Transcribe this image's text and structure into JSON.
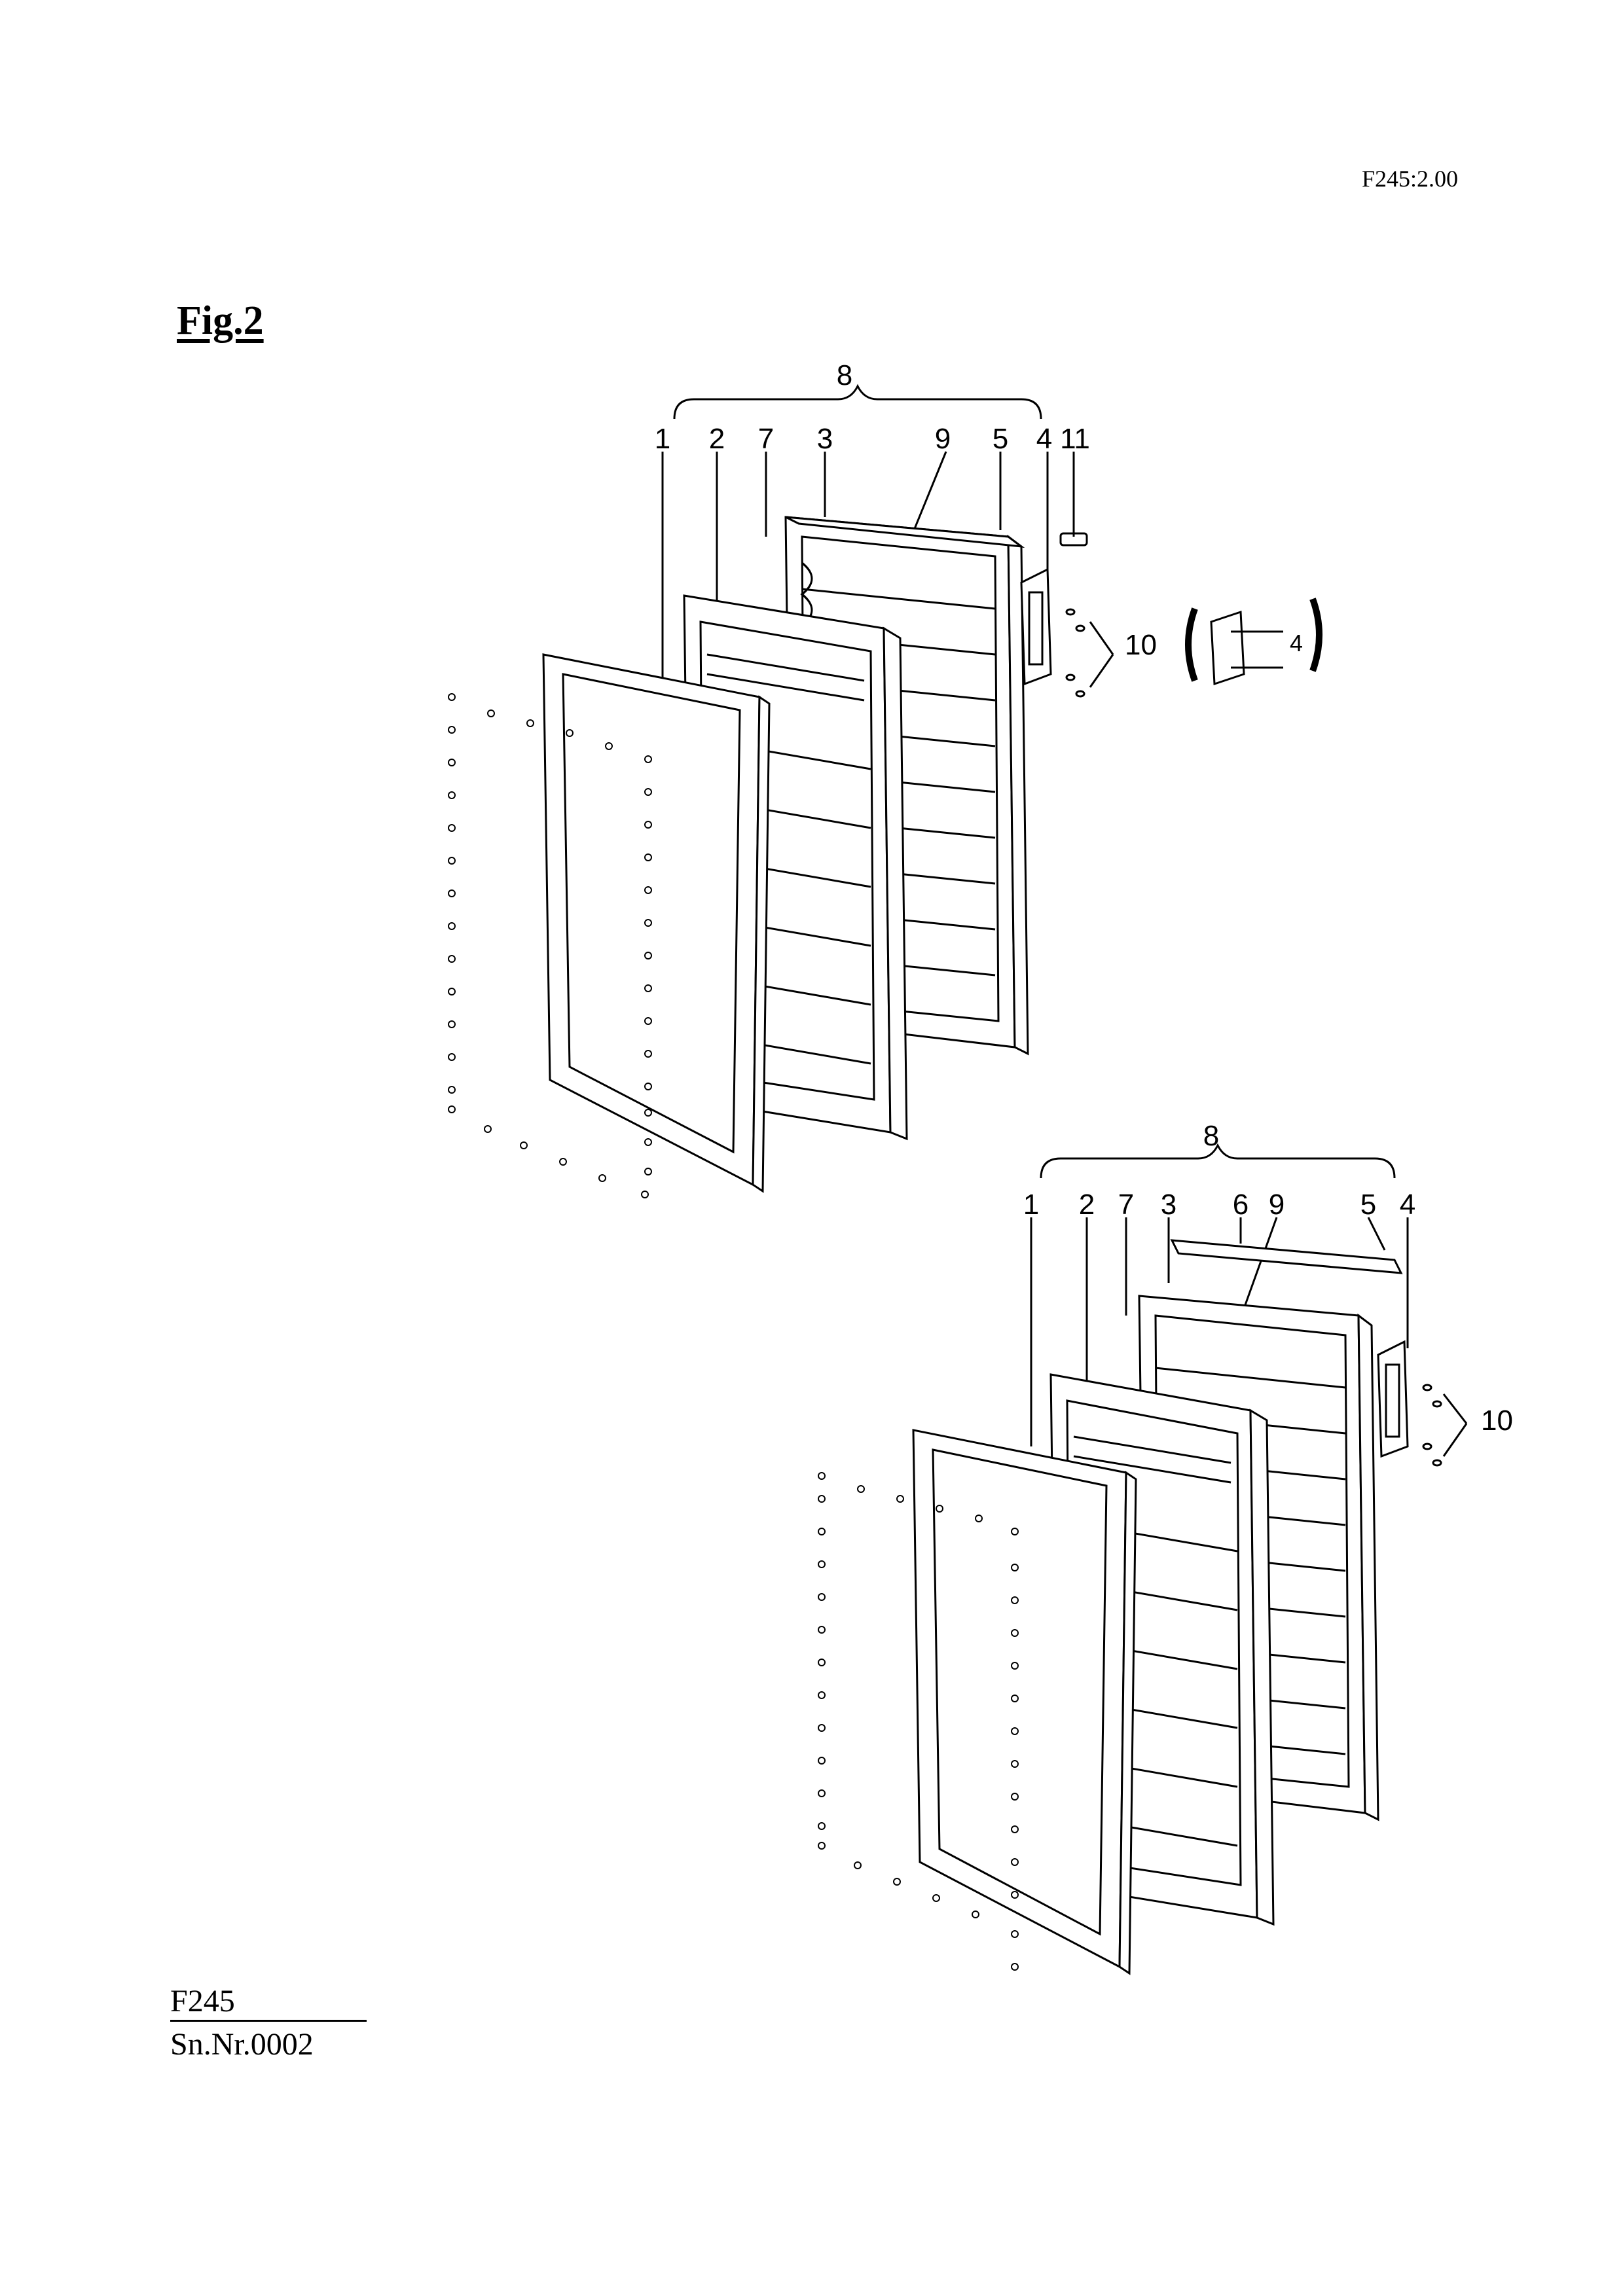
{
  "header": {
    "doc_code": "F245:2.00"
  },
  "figure": {
    "title": "Fig.2"
  },
  "footer": {
    "model": "F245",
    "serial": "Sn.Nr.0002"
  },
  "upper_assembly": {
    "labels": [
      "8",
      "1",
      "2",
      "7",
      "3",
      "9",
      "5",
      "4",
      "11",
      "10",
      "4"
    ]
  },
  "lower_assembly": {
    "labels": [
      "8",
      "1",
      "2",
      "7",
      "3",
      "6",
      "9",
      "5",
      "4",
      "10"
    ]
  }
}
